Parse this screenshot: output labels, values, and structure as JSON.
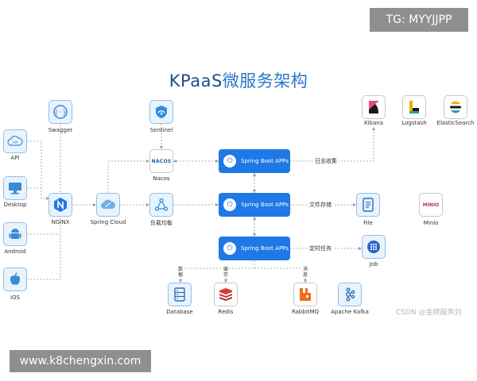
{
  "watermark_tag": "TG: MYYJJPP",
  "watermark_url": "www.k8chengxin.com",
  "title_prefix": "KPaaS",
  "title_suffix": "微服务架构",
  "credit": "CSDN @金牌服务刘",
  "clients": [
    {
      "label": "API",
      "icon": "cloud-api-icon"
    },
    {
      "label": "Desktop",
      "icon": "monitor-icon"
    },
    {
      "label": "Android",
      "icon": "android-icon"
    },
    {
      "label": "iOS",
      "icon": "apple-icon"
    }
  ],
  "gateway": {
    "swagger": "Swagger",
    "nginx": "NGINX",
    "spring_cloud": "Spring Cloud"
  },
  "middle": {
    "sentinel": "Sentinel",
    "nacos": "Nacos",
    "nacos_logo": "NACOS",
    "load_balance": "负载均衡"
  },
  "apps": [
    "Spring Boot APPs",
    "Spring Boot APPs",
    "Spring Boot APPs"
  ],
  "edge_labels": {
    "log": "日志收集",
    "file": "文件存储",
    "job": "定时任务"
  },
  "vertical_labels": {
    "db": "数据",
    "cache": "缓存",
    "msg": "消息"
  },
  "right_services": {
    "kibana": "Kibana",
    "logstash": "Logstash",
    "elastic": "ElasticSearch",
    "file": "File",
    "minio": "Minio",
    "minio_logo": "MINIO",
    "job": "Job"
  },
  "bottom_services": {
    "database": "Database",
    "redis": "Redis",
    "rabbitmq": "RabbitMQ",
    "kafka": "Apache Kafka"
  },
  "colors": {
    "accent": "#1e78e6",
    "title": "#1d4f8f",
    "line": "#9a9a9a"
  }
}
